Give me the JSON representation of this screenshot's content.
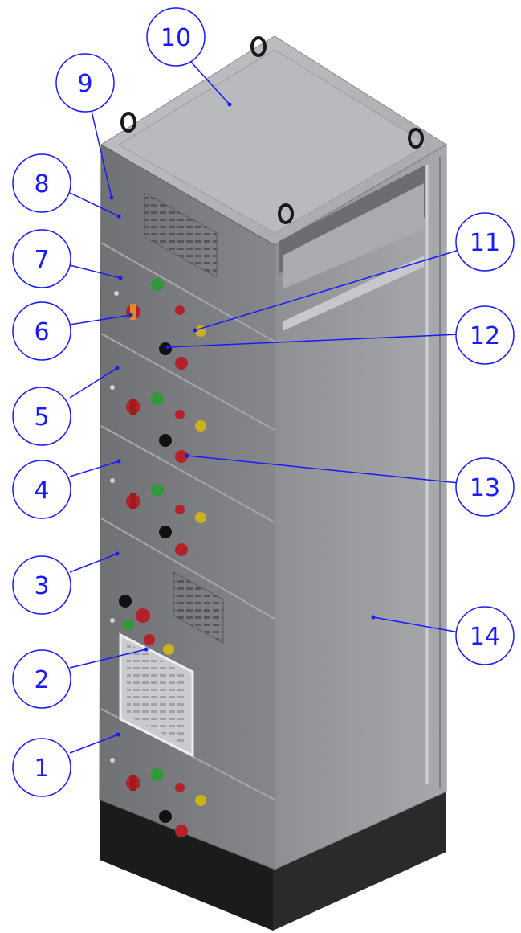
{
  "colors": {
    "callout": "#1a1aff",
    "cabinet_front": "#7b7d80",
    "cabinet_side": "#96989b",
    "cabinet_top": "#b3b5b8",
    "plinth": "#1e1e1e",
    "button_red": "#b3222a",
    "button_green": "#2e9a3a",
    "button_yellow": "#c9b21e",
    "button_black": "#111111"
  },
  "callouts": [
    {
      "id": "1",
      "label": "1"
    },
    {
      "id": "2",
      "label": "2"
    },
    {
      "id": "3",
      "label": "3"
    },
    {
      "id": "4",
      "label": "4"
    },
    {
      "id": "5",
      "label": "5"
    },
    {
      "id": "6",
      "label": "6"
    },
    {
      "id": "7",
      "label": "7"
    },
    {
      "id": "8",
      "label": "8"
    },
    {
      "id": "9",
      "label": "9"
    },
    {
      "id": "10",
      "label": "10"
    },
    {
      "id": "11",
      "label": "11"
    },
    {
      "id": "12",
      "label": "12"
    },
    {
      "id": "13",
      "label": "13"
    },
    {
      "id": "14",
      "label": "14"
    }
  ]
}
